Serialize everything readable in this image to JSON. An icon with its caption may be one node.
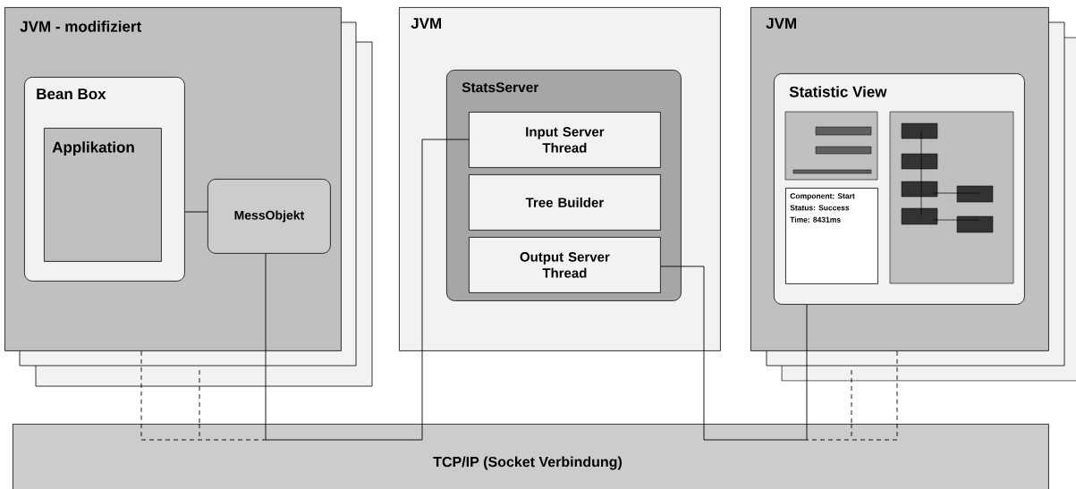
{
  "diagram": {
    "nodes": [
      {
        "text": [
          "JVM - modifiziert"
        ]
      },
      {
        "text": [
          "Bean Box"
        ],
        "in": 0
      },
      {
        "text": [
          "Applikation"
        ],
        "in": 1
      },
      {
        "text": [
          "MessObjekt"
        ],
        "in": 0
      },
      {
        "text": [
          "JVM"
        ]
      },
      {
        "text": [
          "StatsServer"
        ],
        "in": 4
      },
      {
        "text": [
          "Input Server Thread"
        ],
        "in": 5
      },
      {
        "text": [
          "Tree Builder"
        ],
        "in": 5
      },
      {
        "text": [
          "Output Server Thread"
        ],
        "in": 5
      },
      {
        "text": [
          "JVM"
        ]
      },
      {
        "text": [
          "Statistic View"
        ],
        "in": 9
      },
      {
        "text": [
          "Component: Start",
          "Status: Success",
          "Time: 8431ms"
        ],
        "in": 10
      },
      {
        "text": [
          "TCP/IP (Socket Verbindung)"
        ]
      }
    ],
    "edges": [
      {
        "from": 1,
        "to": 3,
        "arrow": "none"
      },
      {
        "from": 3,
        "to": 12,
        "arrow": "none"
      },
      {
        "from": 6,
        "to": 12,
        "arrow": "none"
      },
      {
        "from": 8,
        "to": 12,
        "arrow": "none"
      },
      {
        "from": 10,
        "to": 12,
        "arrow": "none"
      },
      {
        "from": 0,
        "to": 12,
        "arrow": "none",
        "style": "dashed"
      },
      {
        "from": null,
        "to": 12,
        "arrow": "none",
        "style": "dashed"
      },
      {
        "from": 9,
        "to": 12,
        "arrow": "none",
        "style": "dashed"
      },
      {
        "from": null,
        "to": 12,
        "arrow": "none",
        "style": "dashed"
      }
    ]
  }
}
